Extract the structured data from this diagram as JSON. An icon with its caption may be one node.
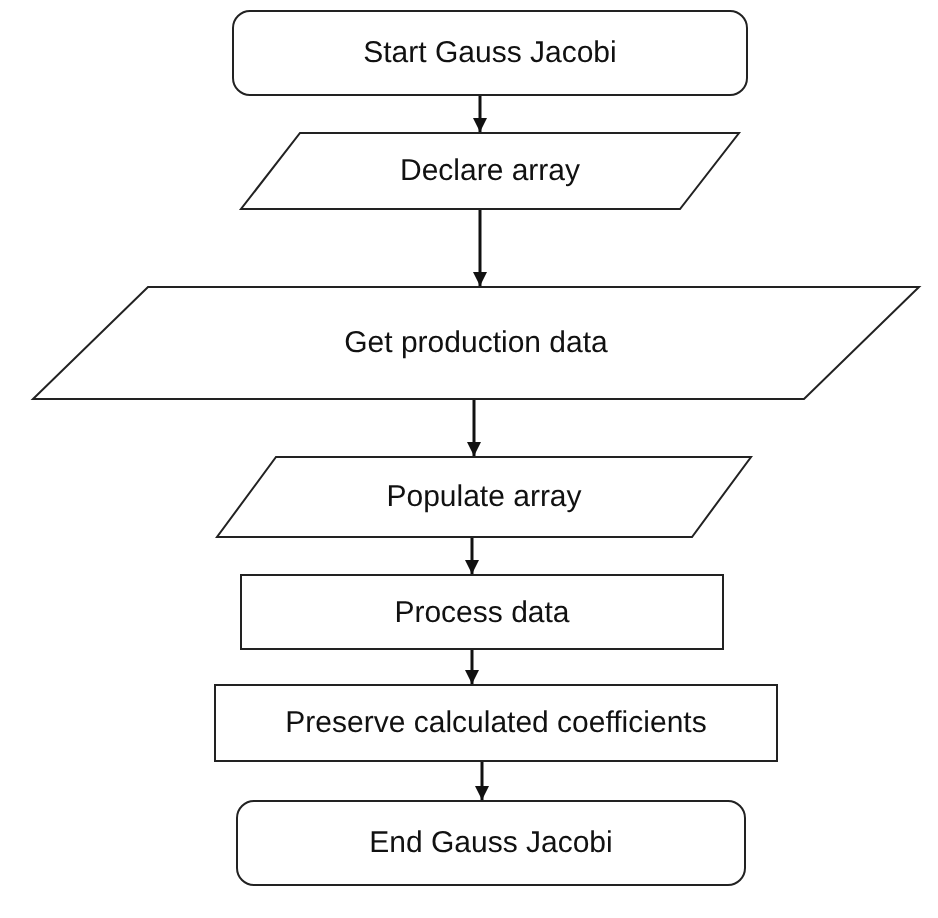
{
  "diagram": {
    "nodes": [
      {
        "text": [
          "Start Gauss Jacobi"
        ]
      },
      {
        "text": [
          "Declare array"
        ]
      },
      {
        "text": [
          "Get production data"
        ]
      },
      {
        "text": [
          "Populate array"
        ]
      },
      {
        "text": [
          "Process data"
        ]
      },
      {
        "text": [
          "Preserve calculated coefficients"
        ]
      },
      {
        "text": [
          "End Gauss Jacobi"
        ]
      }
    ],
    "edges": [
      {
        "from": 0,
        "to": 1,
        "arrow": "to"
      },
      {
        "from": 1,
        "to": 2,
        "arrow": "to"
      },
      {
        "from": 2,
        "to": 3,
        "arrow": "to"
      },
      {
        "from": 3,
        "to": 4,
        "arrow": "to"
      },
      {
        "from": 4,
        "to": 5,
        "arrow": "to"
      },
      {
        "from": 5,
        "to": 6,
        "arrow": "to"
      }
    ]
  }
}
